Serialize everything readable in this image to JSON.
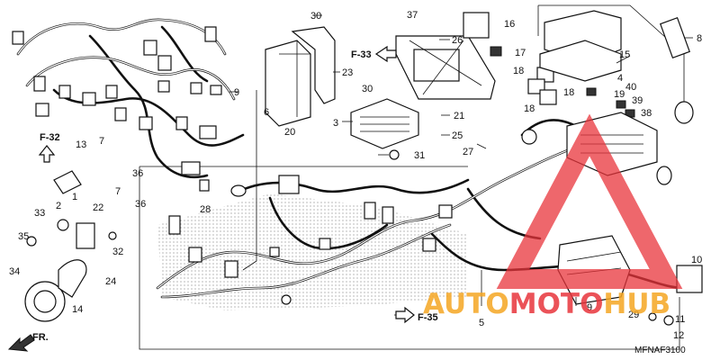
{
  "diagram": {
    "callouts": [
      "1",
      "2",
      "3",
      "4",
      "5",
      "6",
      "7",
      "7",
      "8",
      "9",
      "9",
      "10",
      "11",
      "12",
      "13",
      "14",
      "15",
      "16",
      "17",
      "18",
      "18",
      "18",
      "19",
      "20",
      "21",
      "22",
      "23",
      "24",
      "25",
      "26",
      "27",
      "28",
      "29",
      "30",
      "30",
      "31",
      "32",
      "33",
      "34",
      "35",
      "36",
      "36",
      "37",
      "38",
      "39",
      "40"
    ],
    "references": {
      "f32": "F-32",
      "f33": "F-33",
      "f35": "F-35",
      "front": "FR."
    },
    "drawing_code": "MFNAF3100"
  },
  "watermark": {
    "part1": "AUTO",
    "part2": "MOTO",
    "part3": "HUB",
    "color_orange": "#f5a623",
    "color_red": "#e8343b"
  }
}
